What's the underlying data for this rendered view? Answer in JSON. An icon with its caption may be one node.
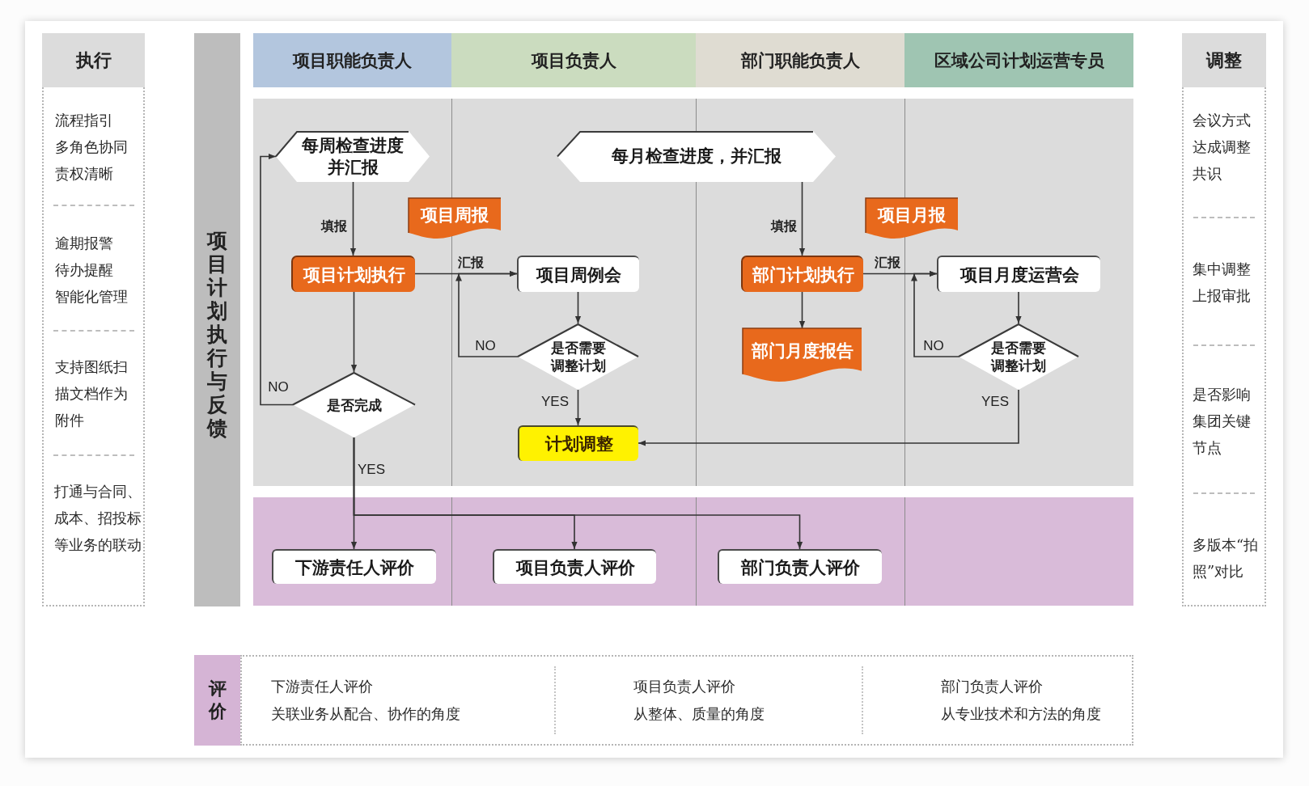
{
  "diagram": {
    "nodes": [
      {
        "text": [
          "执行",
          "流程指引",
          "多角色协同",
          "责权清晰",
          "逾期报警",
          "待办提醒",
          "智能化管理",
          "支持图纸扫描文档作为附件",
          "打通与合同、成本、招投标等业务的联动"
        ]
      },
      {
        "text": [
          "项目计划执行与反馈"
        ]
      },
      {
        "text": [
          "项目职能负责人"
        ]
      },
      {
        "text": [
          "项目负责人"
        ]
      },
      {
        "text": [
          "部门职能负责人"
        ]
      },
      {
        "text": [
          "区域公司计划运营专员"
        ]
      },
      {
        "text": [
          "调整",
          "会议方式达成调整共识",
          "集中调整上报审批",
          "是否影响集团关键节点",
          "多版本“拍照”对比"
        ]
      },
      {
        "text": [
          "每周检查进度并汇报"
        ]
      },
      {
        "text": [
          "每月检查进度，并汇报"
        ]
      },
      {
        "text": [
          "项目周报"
        ]
      },
      {
        "text": [
          "项目月报"
        ]
      },
      {
        "text": [
          "项目计划执行"
        ]
      },
      {
        "text": [
          "项目周例会"
        ]
      },
      {
        "text": [
          "部门计划执行"
        ]
      },
      {
        "text": [
          "项目月度运营会"
        ]
      },
      {
        "text": [
          "是否需要调整计划"
        ]
      },
      {
        "text": [
          "是否需要调整计划"
        ]
      },
      {
        "text": [
          "部门月度报告"
        ]
      },
      {
        "text": [
          "是否完成"
        ]
      },
      {
        "text": [
          "计划调整"
        ]
      },
      {
        "text": [
          "下游责任人评价"
        ]
      },
      {
        "text": [
          "项目负责人评价"
        ]
      },
      {
        "text": [
          "部门负责人评价"
        ]
      },
      {
        "text": [
          "评价"
        ]
      },
      {
        "text": [
          "下游责任人评价",
          "关联业务从配合、协作的角度",
          "项目负责人评价",
          "从整体、质量的角度",
          "部门负责人评价",
          "从专业技术和方法的角度"
        ]
      }
    ],
    "edges": [
      {
        "from": 7,
        "to": 11,
        "arrow": "to",
        "label": "填报"
      },
      {
        "from": 11,
        "to": 12,
        "arrow": "to",
        "label": "汇报"
      },
      {
        "from": 11,
        "to": 18,
        "arrow": "to"
      },
      {
        "from": 18,
        "to": 7,
        "arrow": "to",
        "label": "NO"
      },
      {
        "from": 12,
        "to": 15,
        "arrow": "to"
      },
      {
        "from": 15,
        "to": 12,
        "arrow": "to",
        "label": "NO"
      },
      {
        "from": 15,
        "to": 19,
        "arrow": "to",
        "label": "YES"
      },
      {
        "from": 8,
        "to": 13,
        "arrow": "to",
        "label": "填报"
      },
      {
        "from": 13,
        "to": 14,
        "arrow": "to",
        "label": "汇报"
      },
      {
        "from": 13,
        "to": 17,
        "arrow": "to"
      },
      {
        "from": 14,
        "to": 16,
        "arrow": "to"
      },
      {
        "from": 16,
        "to": 14,
        "arrow": "to",
        "label": "NO"
      },
      {
        "from": 16,
        "to": 19,
        "arrow": "to",
        "label": "YES"
      },
      {
        "from": 18,
        "to": 20,
        "arrow": "to",
        "label": "YES"
      },
      {
        "from": 18,
        "to": 21,
        "arrow": "to"
      },
      {
        "from": 18,
        "to": 22,
        "arrow": "to"
      }
    ]
  }
}
